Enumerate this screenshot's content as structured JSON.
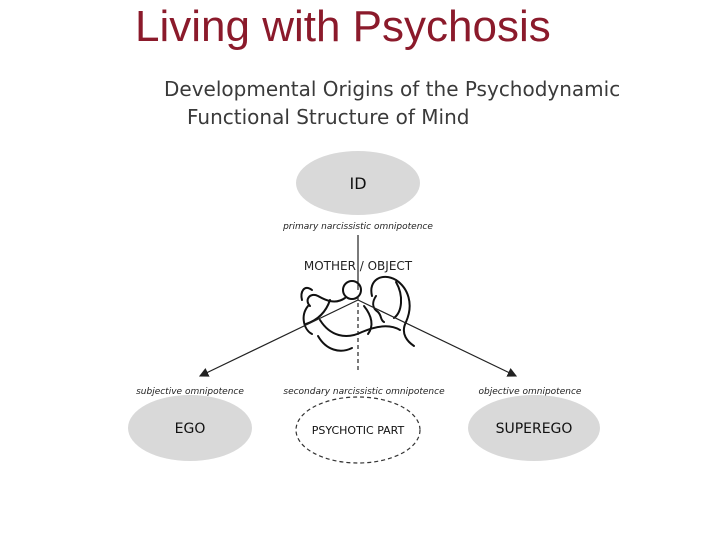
{
  "title": "Living with Psychosis",
  "subtitle_line1": "Developmental Origins of the Psychodynamic",
  "subtitle_line2": "Functional Structure of Mind",
  "nodes": {
    "id": "ID",
    "ego": "EGO",
    "superego": "SUPEREGO",
    "psychotic_part": "PSYCHOTIC PART"
  },
  "labels": {
    "primary": "primary narcissistic omnipotence",
    "mother_object": "MOTHER / OBJECT",
    "subjective": "subjective omnipotence",
    "secondary": "secondary narcissistic omnipotence",
    "objective": "objective omnipotence"
  },
  "colors": {
    "title": "#8b1a2b",
    "ellipse_fill": "#d9d9d9"
  }
}
